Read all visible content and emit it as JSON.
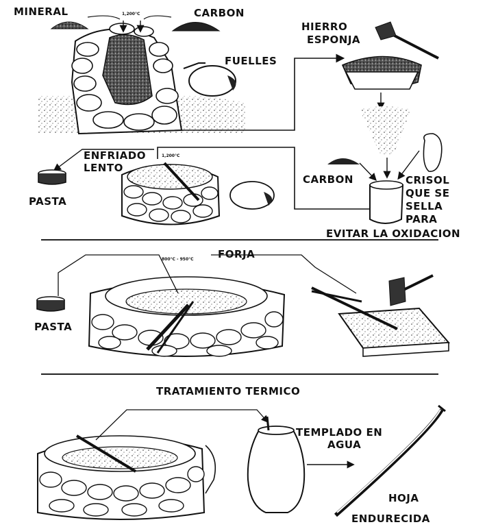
{
  "section1": {
    "mineral": "MINERAL",
    "temp_smelt": "1,200°C",
    "carbon_top": "CARBON",
    "fuelles": "FUELLES",
    "hierro_esponja": [
      "HIERRO",
      "ESPONJA"
    ],
    "enfriado_lento": [
      "ENFRIADO",
      "LENTO"
    ],
    "temp_cool": "1,200°C",
    "pasta": "PASTA",
    "carbon_crucible": "CARBON",
    "crisol": [
      "CRISOL",
      "QUE SE",
      "SELLA",
      "PARA"
    ],
    "evitar": "EVITAR LA OXIDACION"
  },
  "section2": {
    "title": "FORJA",
    "temp_forge": "800°C - 950°C",
    "pasta": "PASTA"
  },
  "section3": {
    "title": "TRATAMIENTO TERMICO",
    "templado": [
      "TEMPLADO EN",
      "AGUA"
    ],
    "hoja": "HOJA",
    "endurecida": "ENDURECIDA"
  }
}
